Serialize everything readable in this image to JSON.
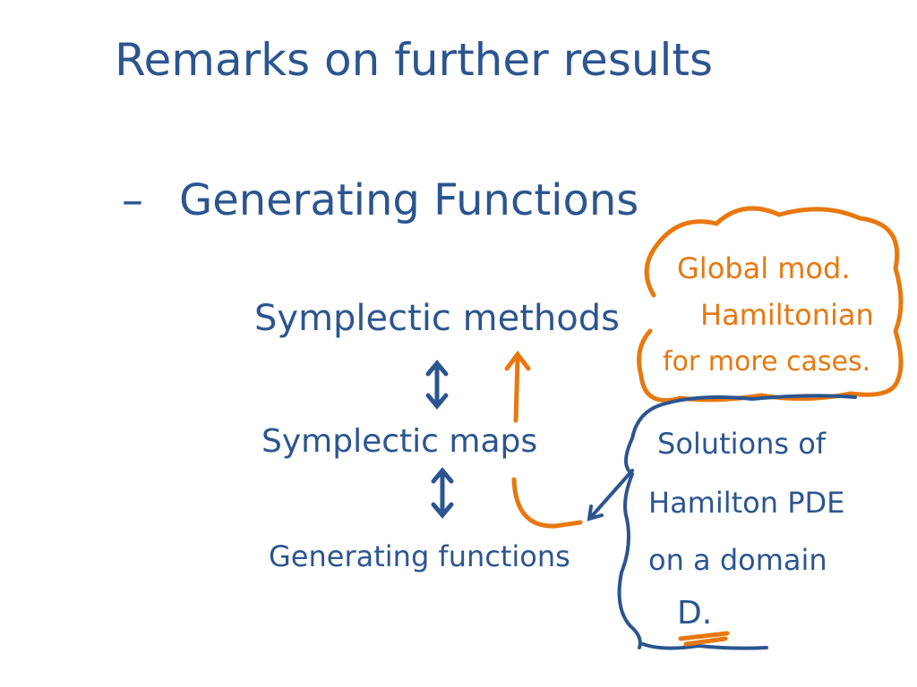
{
  "title": "Remarks on further results",
  "bullet": "Generating Functions",
  "bullet_dash": "–",
  "chain": {
    "methods": "Symplectic methods",
    "maps": "Symplectic maps",
    "functions": "Generating functions"
  },
  "orange_note": [
    "Global mod.",
    "Hamiltonian",
    "for more cases."
  ],
  "blue_note": [
    "Solutions of",
    "Hamilton PDE",
    "on a domain",
    "D."
  ],
  "colors": {
    "blue": "#2c5590",
    "orange": "#e8780f"
  }
}
